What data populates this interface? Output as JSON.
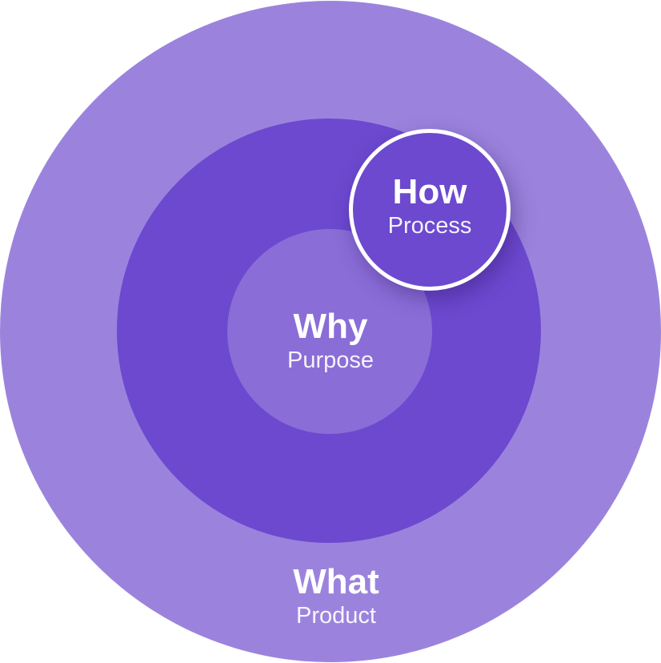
{
  "colors": {
    "outer": "#9b83dd",
    "middle": "#6c49cf",
    "inner": "#8a6dd7",
    "how": "#6c49cf",
    "border": "#ffffff",
    "text": "#ffffff"
  },
  "circles": {
    "what": {
      "title": "What",
      "subtitle": "Product"
    },
    "how": {
      "title": "How",
      "subtitle": "Process"
    },
    "why": {
      "title": "Why",
      "subtitle": "Purpose"
    }
  }
}
